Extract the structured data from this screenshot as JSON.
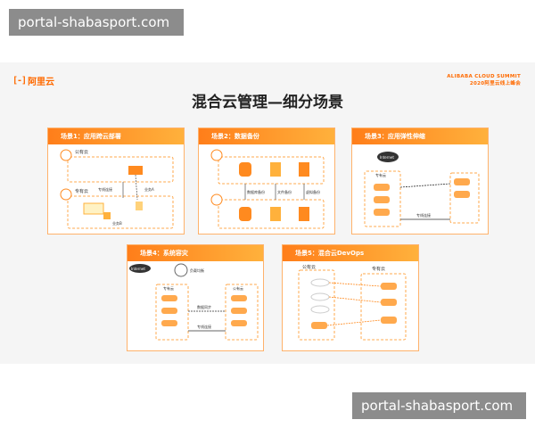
{
  "watermark": {
    "top": "portal-shabasport.com",
    "bottom": "portal-shabasport.com"
  },
  "header": {
    "logo_text": "阿里云",
    "summit_line1": "ALIBABA CLOUD SUMMIT",
    "summit_line2": "2020阿里云线上峰会"
  },
  "title": "混合云管理—细分场景",
  "cards": [
    {
      "title": "场景1：应用跨云部署",
      "public": "公有云",
      "private": "专有云",
      "link": "专线连接",
      "biz_a": "业务A",
      "biz_b": "业务B"
    },
    {
      "title": "场景2：数据备份",
      "db": "数据库备份",
      "file": "文件备份",
      "vm": "虚拟备份"
    },
    {
      "title": "场景3：应用弹性伸缩",
      "internet": "Internet",
      "private": "专有云",
      "link": "专线连接"
    },
    {
      "title": "场景4：系统容灾",
      "internet": "Internet",
      "dns": "负载均衡",
      "private": "专有云",
      "public": "公有云",
      "sync": "数据同步",
      "link": "专线连接"
    },
    {
      "title": "场景5：混合云DevOps",
      "public": "公有云",
      "private": "专有云"
    }
  ],
  "colors": {
    "accent": "#ff6a00",
    "header_start": "#ff7e1a",
    "header_end": "#ffb13c",
    "box": "#ffa94d"
  }
}
